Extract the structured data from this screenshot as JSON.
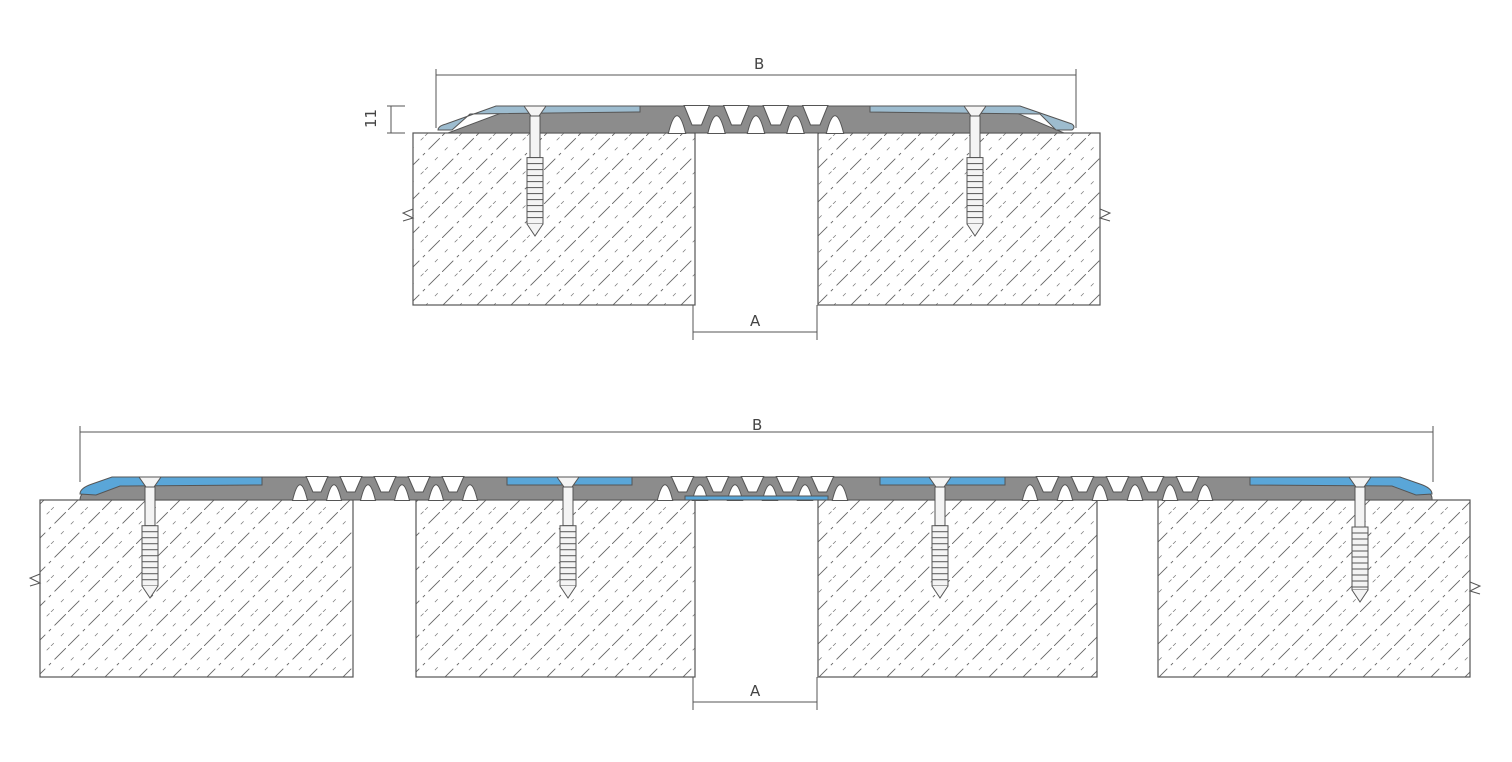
{
  "top_section": {
    "width_label": "B",
    "height_label": "11",
    "gap_label": "A"
  },
  "bottom_section": {
    "width_label": "B",
    "gap_label": "A"
  },
  "colors": {
    "profile_body": "#8c8c8c",
    "top_insert": "#9dbccf",
    "bottom_insert": "#5aa6d8",
    "line": "#555555"
  }
}
